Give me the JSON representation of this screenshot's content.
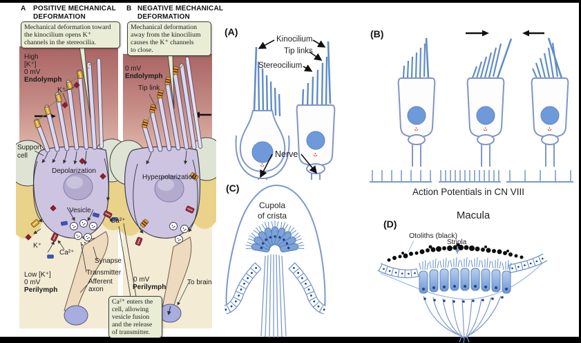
{
  "left": {
    "panelA": {
      "letter": "A",
      "title_line1": "POSITIVE MECHANICAL",
      "title_line2": "DEFORMATION",
      "callout_lines": [
        "Mechanical deformation toward",
        "the kinocilium opens K⁺",
        "channels in the stereocilia."
      ],
      "endolymph_high": "High",
      "endolymph_k": "[K⁺]",
      "endolymph_mv": "0 mV",
      "endolymph": "Endolymph",
      "k_ion_label": "K⁺",
      "support_line1": "Support",
      "support_line2": "cell",
      "depolarization": "Depolarization",
      "vesicle": "Vesicle",
      "ca_right": "Ca²⁺",
      "ca_left": "Ca²⁺",
      "k_out": "K⁺",
      "synapse": "Synapse",
      "transmitter": "Transmitter",
      "afferent_line1": "Afferent",
      "afferent_line2": "axon",
      "perilymph_lowk": "Low [K⁺]",
      "perilymph_mv": "0 mV",
      "perilymph": "Perilymph"
    },
    "panelB": {
      "letter": "B",
      "title_line1": "NEGATIVE MECHANICAL",
      "title_line2": "DEFORMATION",
      "callout_lines": [
        "Mechanical deformation",
        "away from the kinocilium",
        "causes the K⁺ channels",
        "to close."
      ],
      "endolymph_mv": "0 mV",
      "endolymph": "Endolymph",
      "tip_link": "Tip link",
      "hyperpolarization": "Hyperpolarization",
      "perilymph_mv": "0 mV",
      "perilymph": "Perilymph",
      "to_brain": "To brain"
    },
    "callout_ca_lines": [
      "Ca²⁺ enters the",
      "cell, allowing",
      "vesicle fusion",
      "and the release",
      "of transmitter."
    ]
  },
  "right": {
    "panelA": {
      "letter": "(A)",
      "kinocilium": "Kinocilium",
      "tip_links": "Tip links",
      "stereocilium": "Stereocilium",
      "nerve": "Nerve"
    },
    "panelB": {
      "letter": "(B)",
      "caption": "Action Potentials in CN VIII",
      "spike_counts": [
        7,
        13,
        5
      ],
      "cell_states": [
        "resting",
        "deflected toward kinocilium (increased firing)",
        "deflected away from kinocilium (decreased firing)"
      ]
    },
    "panelC": {
      "letter": "(C)",
      "label_line1": "Cupola",
      "label_line2": "of crista"
    },
    "panelD": {
      "letter": "(D)",
      "title": "Macula",
      "otoliths_label": "Otoliths (black)",
      "striola_label": "Striola"
    }
  },
  "colors": {
    "endolymph_top": "#a96464",
    "endolymph_bottom": "#ecc9ba",
    "callout_bg": "#e9edd6",
    "support_green": "#dfe3d4",
    "perilymph_cream": "#f3ebd4",
    "cell_lavender": "#cdc4e2",
    "channel_gold": "#d6a636",
    "ion_red": "#8e1f2b",
    "ion_blue": "#3c55b4",
    "sketch_blue": "#6d93c9",
    "nucleus_blue": "#6e9ada"
  }
}
